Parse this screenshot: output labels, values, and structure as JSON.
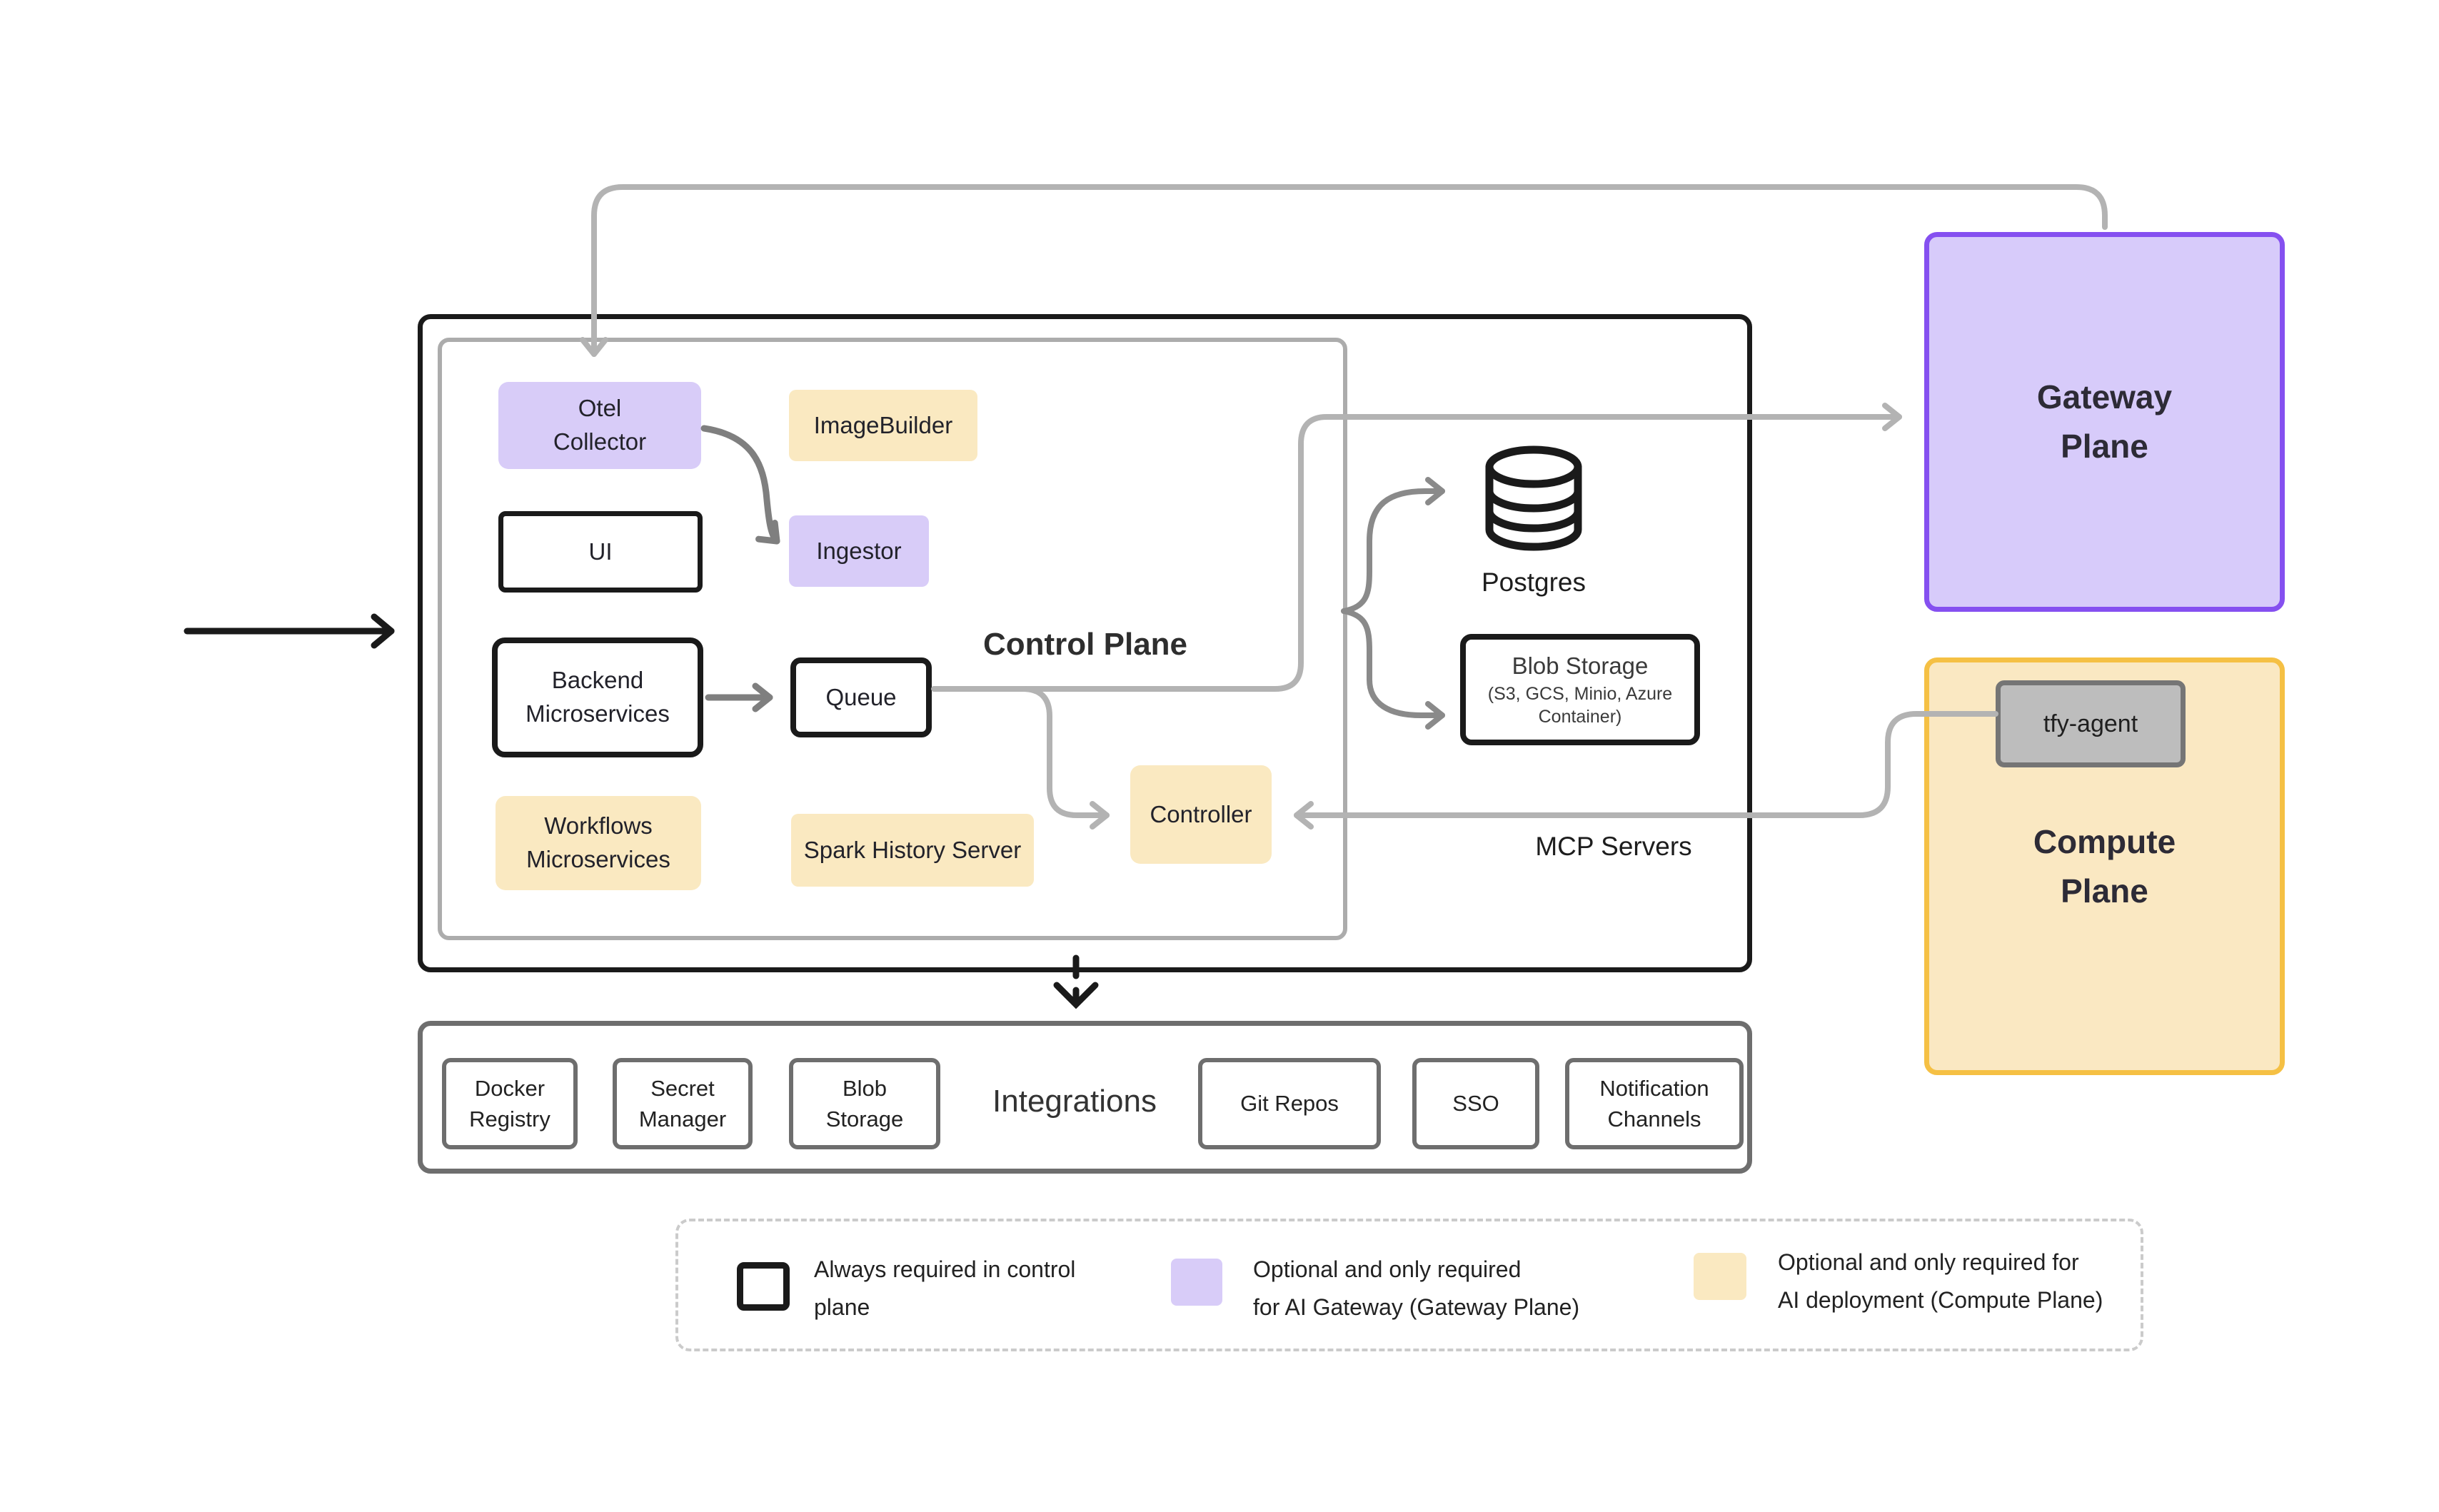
{
  "control_plane_label": "Control Plane",
  "nodes": {
    "otel_collector": "Otel Collector",
    "image_builder": "ImageBuilder",
    "ui": "UI",
    "ingestor": "Ingestor",
    "backend_microservices": "Backend Microservices",
    "queue": "Queue",
    "workflows_microservices": "Workflows Microservices",
    "spark_history_server": "Spark History Server",
    "controller": "Controller",
    "postgres": "Postgres",
    "blob_storage_title": "Blob Storage",
    "blob_storage_subtitle": "(S3, GCS, Minio, Azure Container)",
    "mcp_servers": "MCP Servers",
    "tfy_agent": "tfy-agent"
  },
  "planes": {
    "gateway": "Gateway Plane",
    "compute": "Compute Plane"
  },
  "integrations": {
    "label": "Integrations",
    "items": [
      "Docker Registry",
      "Secret Manager",
      "Blob Storage",
      "Git Repos",
      "SSO",
      "Notification Channels"
    ]
  },
  "legend": {
    "items": [
      {
        "swatch": "always-required",
        "lines": [
          "Always required in control",
          "plane"
        ]
      },
      {
        "swatch": "gateway-optional",
        "lines": [
          "Optional and only required",
          "for AI Gateway (Gateway Plane)"
        ]
      },
      {
        "swatch": "compute-optional",
        "lines": [
          "Optional and only required for",
          "AI deployment (Compute Plane)"
        ]
      }
    ]
  },
  "colors": {
    "purple_fill": "#D8CCF8",
    "gateway_plane_fill": "#D7CBFA",
    "gateway_plane_border": "#8550F0",
    "yellow_fill": "#FAE9C1",
    "compute_plane_fill": "#FAE8C2",
    "compute_plane_border": "#F5C044",
    "black": "#1A1A1A",
    "line_gray_light": "#B3B3B3",
    "arrow_gray_dark": "#7F7F7F",
    "brace_gray": "#8A8A8A",
    "integration_border": "#6E6E6E",
    "inner_frame_border": "#ACACAC",
    "tfy_agent_fill": "#BDBDBD",
    "tfy_agent_border": "#757575"
  }
}
